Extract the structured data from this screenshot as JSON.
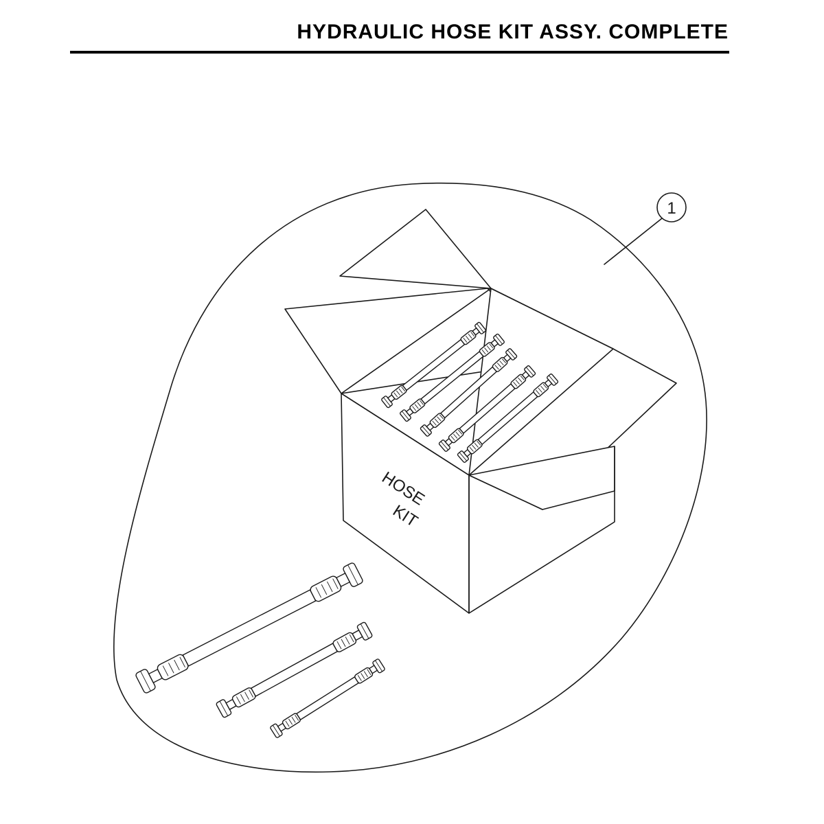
{
  "header": {
    "title": "HYDRAULIC HOSE KIT ASSY. COMPLETE"
  },
  "callout": {
    "number": "1"
  },
  "box_label": {
    "line1": "HOSE",
    "line2": "KIT"
  },
  "colors": {
    "ink": "#1a1a1a",
    "background": "#ffffff"
  }
}
